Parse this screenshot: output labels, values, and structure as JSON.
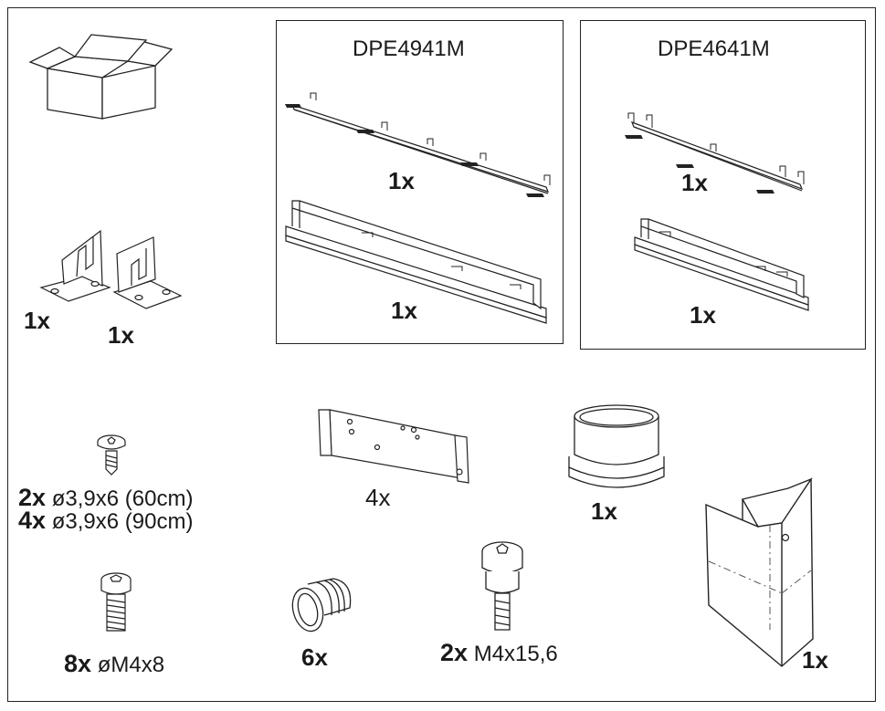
{
  "models": [
    "DPE4941M",
    "DPE4641M"
  ],
  "parts": {
    "rail_941": "1x",
    "channel_941": "1x",
    "rail_641": "1x",
    "channel_641": "1x",
    "bracket_left": "1x",
    "bracket_right": "1x",
    "plate": "4x",
    "collar": "1x",
    "corner_cover": "1x",
    "plug": "6x"
  },
  "screws": {
    "short_60_qty": "2x",
    "short_60_spec": "ø3,9x6 (60cm)",
    "short_90_qty": "4x",
    "short_90_spec": "ø3,9x6 (90cm)",
    "m4x8_qty": "8x",
    "m4x8_spec": "øM4x8",
    "shoulder_qty": "2x",
    "shoulder_spec": "M4x15,6"
  }
}
